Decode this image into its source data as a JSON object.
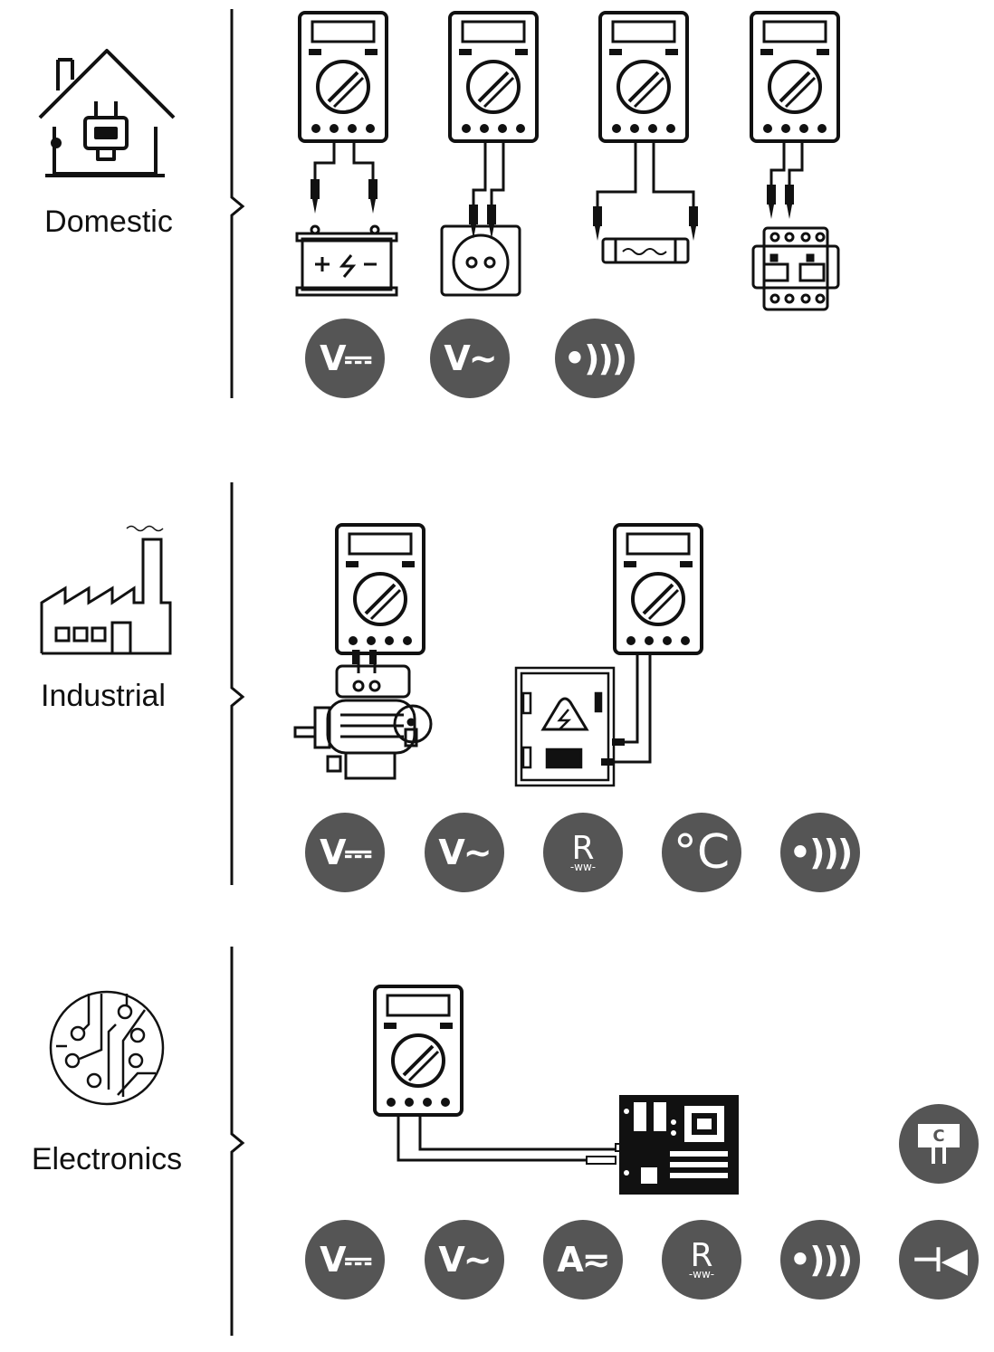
{
  "categories": [
    {
      "name": "Domestic",
      "badges": [
        "dc-voltage",
        "ac-voltage",
        "continuity"
      ]
    },
    {
      "name": "Industrial",
      "badges": [
        "dc-voltage",
        "ac-voltage",
        "resistance",
        "temperature",
        "continuity"
      ]
    },
    {
      "name": "Electronics",
      "badges": [
        "dc-voltage",
        "ac-voltage",
        "current",
        "resistance",
        "continuity",
        "diode"
      ],
      "extra_badge": "capacitance"
    }
  ],
  "badge_text": {
    "dc_voltage": "V⎓",
    "ac_voltage": "V~",
    "current": "A≂",
    "resistance": "R",
    "resistance_symbol": "-ww-",
    "temperature": "°C",
    "continuity": "•)))",
    "diode": "⊣◀",
    "capacitance": "C"
  },
  "colors": {
    "badge": "#555555",
    "line": "#111111",
    "background": "#ffffff"
  }
}
